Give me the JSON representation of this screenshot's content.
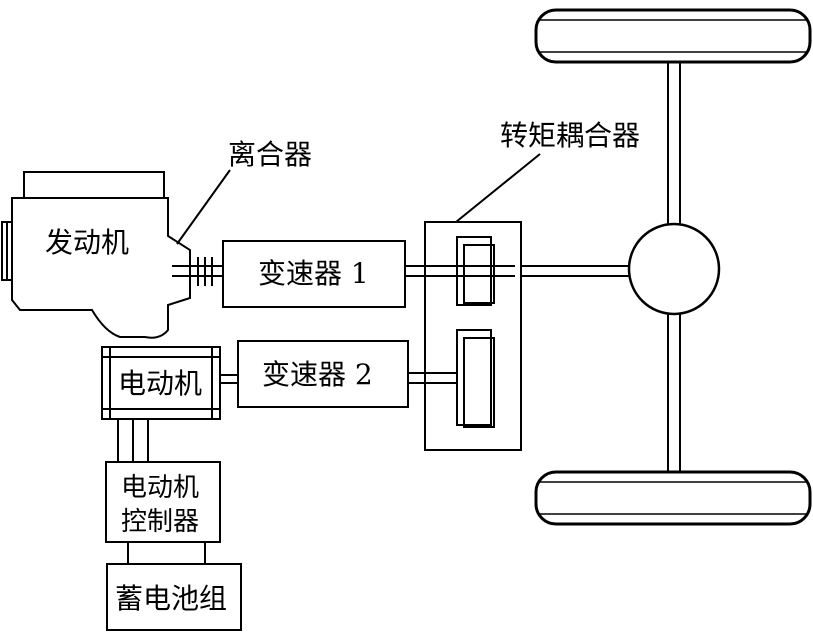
{
  "labels": {
    "engine": "发动机",
    "clutch": "离合器",
    "transmission_1": "变速器 1",
    "transmission_2": "变速器 2",
    "torque_coupler": "转矩耦合器",
    "motor": "电动机",
    "motor_controller_line1": "电动机",
    "motor_controller_line2": "控制器",
    "battery_pack": "蓄电池组"
  },
  "colors": {
    "stroke": "#000000",
    "background": "#ffffff"
  }
}
